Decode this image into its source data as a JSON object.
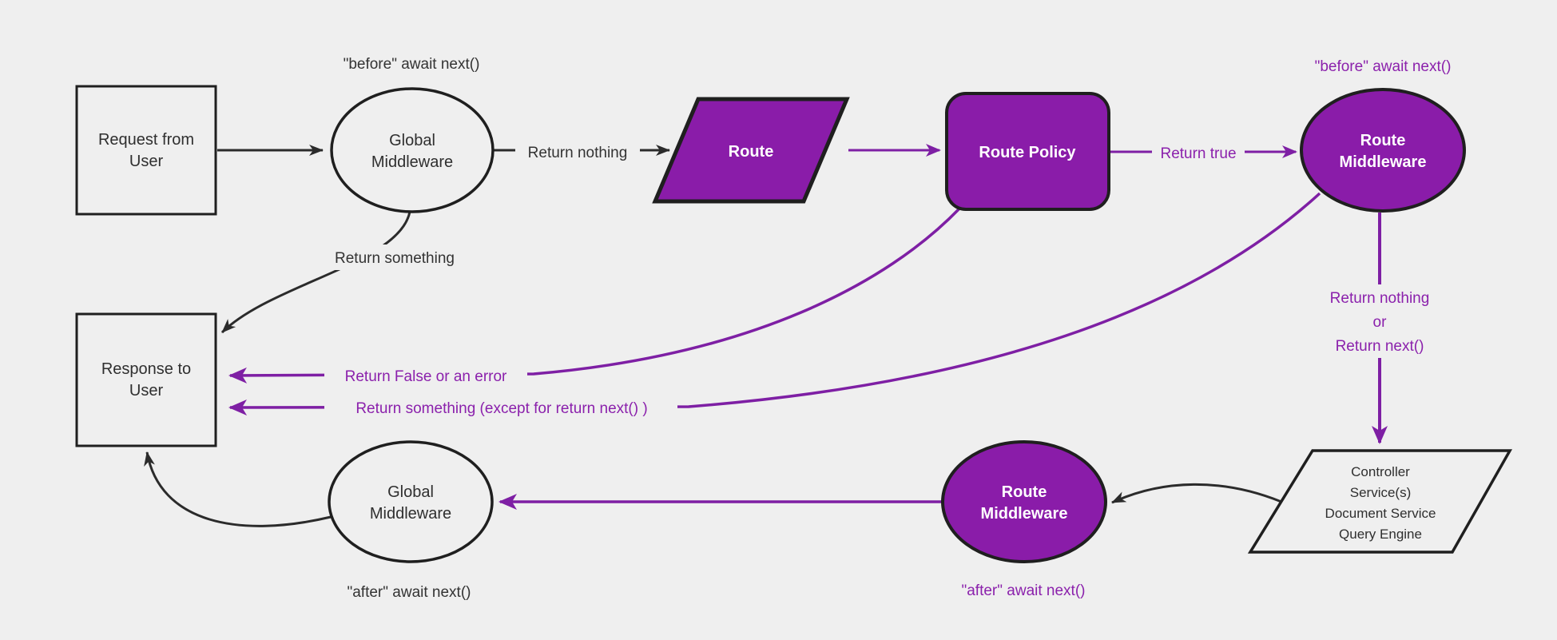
{
  "diagram": {
    "description": "Middleware request/response flowchart",
    "colors": {
      "background": "#efefef",
      "purple_fill": "#8a1ca9",
      "purple_stroke": "#7e1fa4",
      "purple_text": "#8b21ac",
      "black_stroke": "#2b2b2b",
      "dark_text": "#2f2f2f",
      "white_text": "#ffffff"
    },
    "nodes": {
      "request": {
        "lines": [
          "Request from",
          "User"
        ]
      },
      "global_middleware_top": {
        "lines": [
          "Global",
          "Middleware"
        ]
      },
      "route": {
        "label": "Route"
      },
      "route_policy": {
        "label": "Route Policy"
      },
      "route_middleware_top": {
        "lines": [
          "Route",
          "Middleware"
        ]
      },
      "controller": {
        "lines": [
          "Controller",
          "Service(s)",
          "Document Service",
          "Query Engine"
        ]
      },
      "route_middleware_bottom": {
        "lines": [
          "Route",
          "Middleware"
        ]
      },
      "global_middleware_bottom": {
        "lines": [
          "Global",
          "Middleware"
        ]
      },
      "response": {
        "lines": [
          "Response to",
          "User"
        ]
      }
    },
    "edge_labels": {
      "before_await_top": "\"before\" await next()",
      "return_nothing": "Return nothing",
      "return_true": "Return true",
      "before_await_right": "\"before\" await next()",
      "return_nothing_or": {
        "lines": [
          "Return nothing",
          "or",
          "Return next()"
        ]
      },
      "return_something": "Return something",
      "return_false_or_error": "Return False or an error",
      "return_something_except": "Return something (except for return next() )",
      "after_await_bottom_right": "\"after\" await next()",
      "after_await_bottom_left": "\"after\" await next()"
    }
  }
}
